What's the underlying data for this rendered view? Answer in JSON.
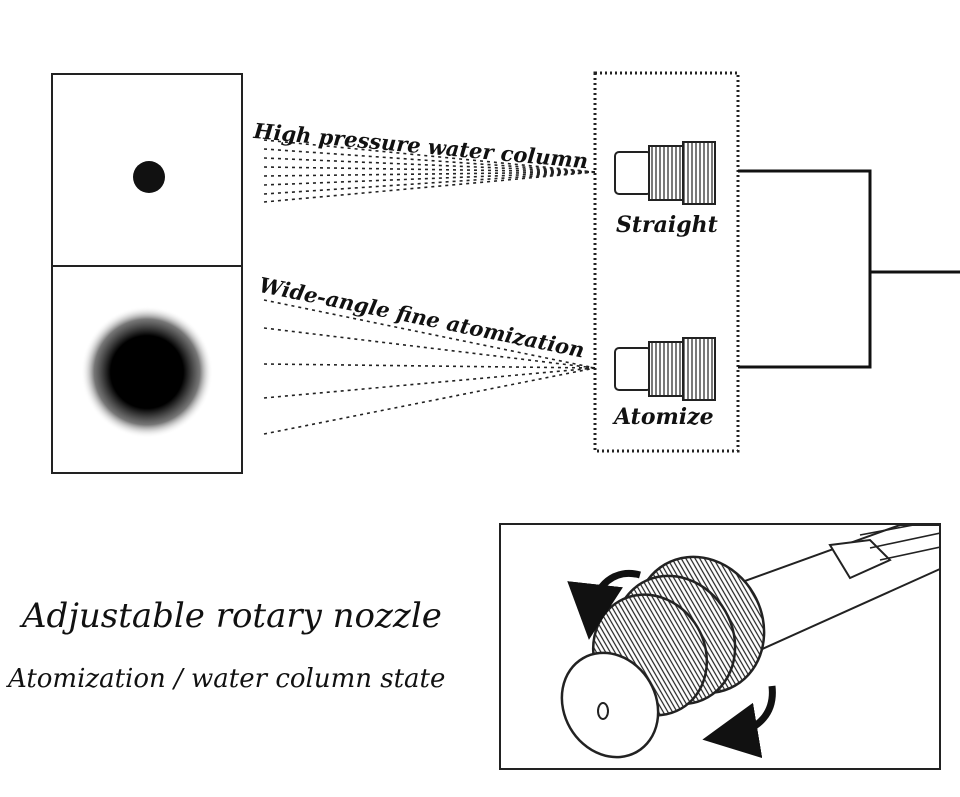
{
  "labels": {
    "high_pressure": "High pressure water column",
    "wide_angle": "Wide-angle fine atomization",
    "straight": "Straight",
    "atomize": "Atomize",
    "title": "Adjustable rotary nozzle",
    "subtitle": "Atomization / water column state"
  },
  "icons": [
    "nozzle-straight-icon",
    "nozzle-atomize-icon",
    "rotate-arrow-icon"
  ],
  "colors": {
    "ink": "#111111",
    "background": "#ffffff"
  }
}
